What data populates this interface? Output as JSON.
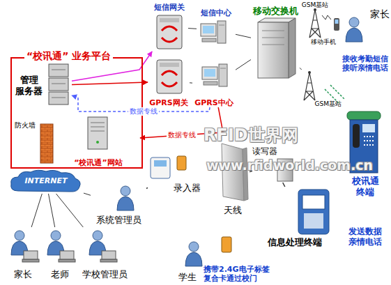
{
  "diagram": {
    "nodes": [
      {
        "text": [
          "“校讯通” 业务平台"
        ]
      },
      {
        "text": [
          "管理 服务器"
        ],
        "in": 0
      },
      {
        "text": [
          "防火墙"
        ],
        "in": 0
      },
      {
        "text": [
          "“校讯通”网站"
        ],
        "in": 0
      },
      {
        "text": [
          "短信网关"
        ]
      },
      {
        "text": [
          "短信中心"
        ]
      },
      {
        "text": [
          "移动交换机"
        ]
      },
      {
        "text": [
          "GSM基站"
        ]
      },
      {
        "text": [
          "移动手机"
        ]
      },
      {
        "text": [
          "家长",
          "接收考勤短信 接听亲情电话"
        ]
      },
      {
        "text": [
          "GPRS网关"
        ]
      },
      {
        "text": [
          "GPRS中心"
        ]
      },
      {
        "text": [
          "GSM基站"
        ]
      },
      {
        "text": [
          "INTERNET"
        ]
      },
      {
        "text": [
          "录入器"
        ]
      },
      {
        "text": [
          "系统管理员"
        ]
      },
      {
        "text": [
          "读写器"
        ]
      },
      {
        "text": [
          "天线"
        ]
      },
      {
        "text": [
          "信息处理终端"
        ]
      },
      {
        "text": [
          "校讯通 终端",
          "发送数据 亲情电话"
        ]
      },
      {
        "text": [
          "学生",
          "携带2.4G电子标签 复合卡通过校门"
        ]
      },
      {
        "text": [
          "家长"
        ]
      },
      {
        "text": [
          "老师"
        ]
      },
      {
        "text": [
          "学校管理员"
        ]
      }
    ],
    "edges": [
      {
        "from": 1,
        "to": 4,
        "arrow": "to"
      },
      {
        "from": 1,
        "to": 10,
        "arrow": "to"
      },
      {
        "from": 11,
        "to": 1,
        "label": "数据专线",
        "arrow": "to"
      },
      {
        "from": 11,
        "to": 3,
        "label": "数据专线",
        "arrow": "to"
      },
      {
        "from": 4,
        "to": 5,
        "arrow": "none"
      },
      {
        "from": 10,
        "to": 11,
        "arrow": "none"
      },
      {
        "from": 5,
        "to": 6,
        "arrow": "none"
      },
      {
        "from": 11,
        "to": 6,
        "arrow": "none"
      },
      {
        "from": 6,
        "to": 7,
        "arrow": "none"
      },
      {
        "from": 6,
        "to": 12,
        "arrow": "none"
      },
      {
        "from": 2,
        "to": 13,
        "arrow": "none"
      },
      {
        "from": 13,
        "to": 21,
        "arrow": "none"
      },
      {
        "from": 13,
        "to": 22,
        "arrow": "none"
      },
      {
        "from": 13,
        "to": 23,
        "arrow": "none"
      },
      {
        "from": 13,
        "to": 15,
        "arrow": "none"
      },
      {
        "from": 15,
        "to": 14,
        "arrow": "none"
      },
      {
        "from": 17,
        "to": 16,
        "arrow": "none"
      },
      {
        "from": 16,
        "to": 18,
        "arrow": "none"
      }
    ],
    "labels": [
      "RFID世界网",
      "www.rfidworld.com.cn"
    ]
  }
}
